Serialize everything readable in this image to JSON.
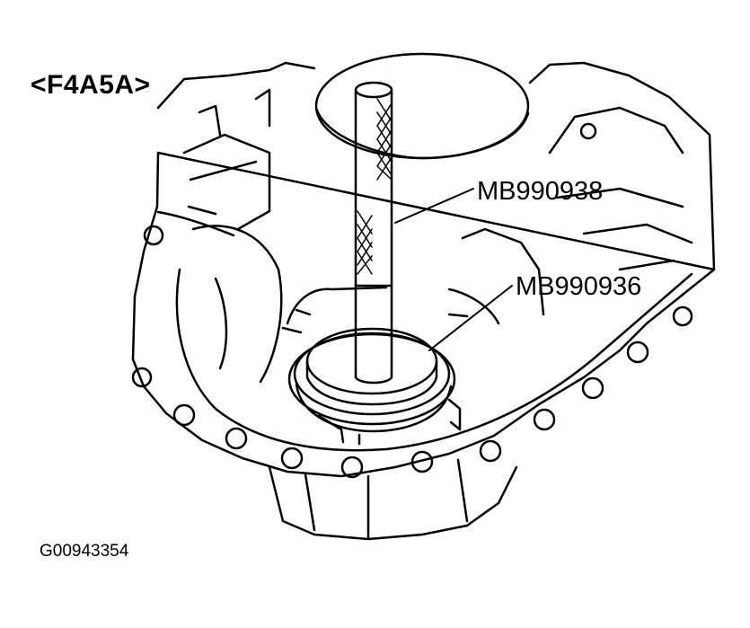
{
  "header": {
    "model_label": "<F4A5A>"
  },
  "callouts": [
    {
      "label": "MB990938"
    },
    {
      "label": "MB990936"
    }
  ],
  "footer": {
    "figure_id": "G00943354"
  },
  "illustration": {
    "subject": "transaxle case with installer tools",
    "icon": "line-drawing"
  }
}
